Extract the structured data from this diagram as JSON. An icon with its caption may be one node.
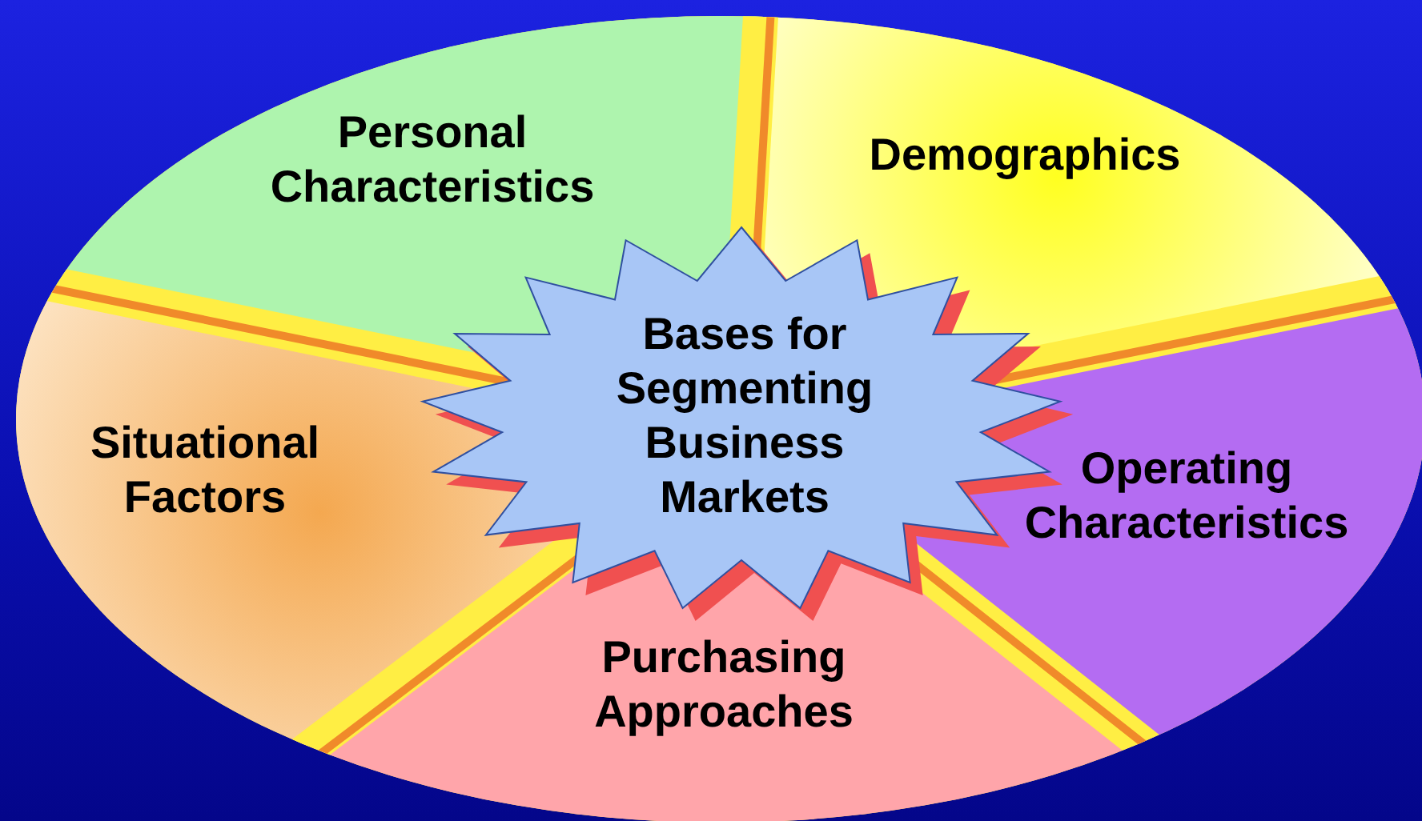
{
  "diagram": {
    "nodes": [
      {
        "text": [
          "Personal Characteristics"
        ]
      },
      {
        "text": [
          "Demographics"
        ]
      },
      {
        "text": [
          "Bases for Segmenting Business Markets"
        ]
      },
      {
        "text": [
          "Situational Factors"
        ]
      },
      {
        "text": [
          "Operating Characteristics"
        ]
      },
      {
        "text": [
          "Purchasing Approaches"
        ]
      }
    ],
    "edges": []
  }
}
